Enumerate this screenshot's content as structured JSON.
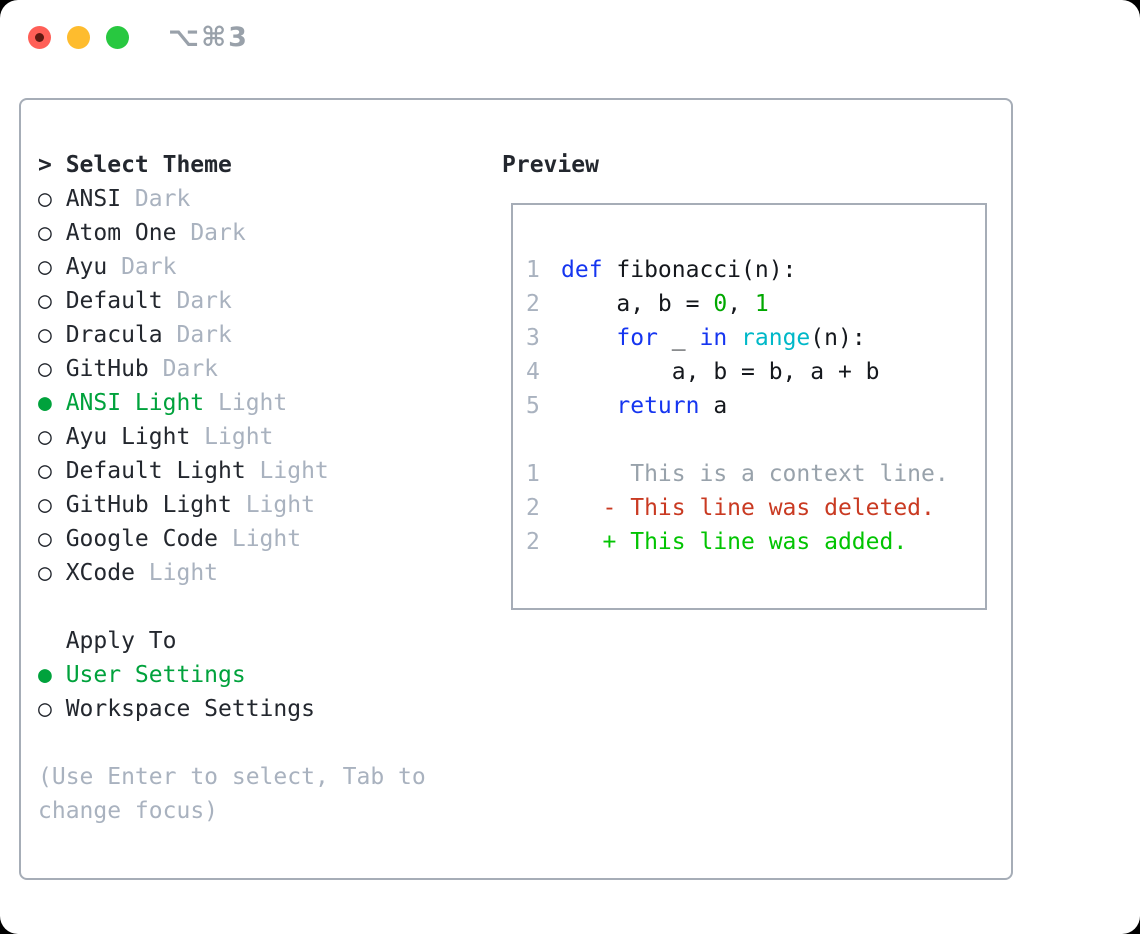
{
  "window": {
    "title": "⌥⌘3"
  },
  "theme_list": {
    "heading": {
      "marker": ">",
      "label": "Select Theme"
    },
    "items": [
      {
        "marker": "○",
        "name": "ANSI",
        "variant": "Dark",
        "selected": false
      },
      {
        "marker": "○",
        "name": "Atom One",
        "variant": "Dark",
        "selected": false
      },
      {
        "marker": "○",
        "name": "Ayu",
        "variant": "Dark",
        "selected": false
      },
      {
        "marker": "○",
        "name": "Default",
        "variant": "Dark",
        "selected": false
      },
      {
        "marker": "○",
        "name": "Dracula",
        "variant": "Dark",
        "selected": false
      },
      {
        "marker": "○",
        "name": "GitHub",
        "variant": "Dark",
        "selected": false
      },
      {
        "marker": "●",
        "name": "ANSI Light",
        "variant": "Light",
        "selected": true
      },
      {
        "marker": "○",
        "name": "Ayu Light",
        "variant": "Light",
        "selected": false
      },
      {
        "marker": "○",
        "name": "Default Light",
        "variant": "Light",
        "selected": false
      },
      {
        "marker": "○",
        "name": "GitHub Light",
        "variant": "Light",
        "selected": false
      },
      {
        "marker": "○",
        "name": "Google Code",
        "variant": "Light",
        "selected": false
      },
      {
        "marker": "○",
        "name": "XCode",
        "variant": "Light",
        "selected": false
      }
    ]
  },
  "apply_to": {
    "heading": "Apply To",
    "items": [
      {
        "marker": "●",
        "label": "User Settings",
        "selected": true
      },
      {
        "marker": "○",
        "label": "Workspace Settings",
        "selected": false
      }
    ]
  },
  "help": {
    "line1": "(Use Enter to select, Tab to",
    "line2": "change focus)"
  },
  "preview": {
    "title": "Preview",
    "lines": [
      {
        "num": "1",
        "tokens": [
          {
            "text": "def"
          },
          {
            "text": " fibonacci(n):"
          }
        ]
      },
      {
        "num": "2",
        "tokens": [
          {
            "text": "    a, b = "
          },
          {
            "text": "0"
          },
          {
            "text": ", "
          },
          {
            "text": "1"
          }
        ]
      },
      {
        "num": "3",
        "tokens": [
          {
            "text": "    "
          },
          {
            "text": "for"
          },
          {
            "text": " _ "
          },
          {
            "text": "in"
          },
          {
            "text": " "
          },
          {
            "text": "range"
          },
          {
            "text": "(n):"
          }
        ]
      },
      {
        "num": "4",
        "tokens": [
          {
            "text": "        a, b = b, a + b"
          }
        ]
      },
      {
        "num": "5",
        "tokens": [
          {
            "text": "    "
          },
          {
            "text": "return"
          },
          {
            "text": " a"
          }
        ]
      },
      {
        "num": "",
        "tokens": []
      },
      {
        "num": "1",
        "tokens": [
          {
            "text": "     This is a context line."
          }
        ]
      },
      {
        "num": "2",
        "tokens": [
          {
            "text": "   - This line was deleted."
          }
        ]
      },
      {
        "num": "2",
        "tokens": [
          {
            "text": "   + This line was added."
          }
        ]
      }
    ]
  },
  "colors": {
    "text": "#23272e",
    "code_text": "#15181d",
    "muted": "#a9b2bf",
    "muted2": "#98a2ab",
    "green": "#00a23c",
    "add": "#02c402",
    "del": "#c93a22",
    "kw": "#1535f0",
    "fn": "#00b8c8",
    "num": "#00a800",
    "border": "#a6adb7",
    "titlebar": "#99a1aa",
    "light_red": "#ff5f57",
    "light_red_dot": "#5f1a12",
    "light_yellow": "#febc2e",
    "light_green": "#28c840"
  }
}
